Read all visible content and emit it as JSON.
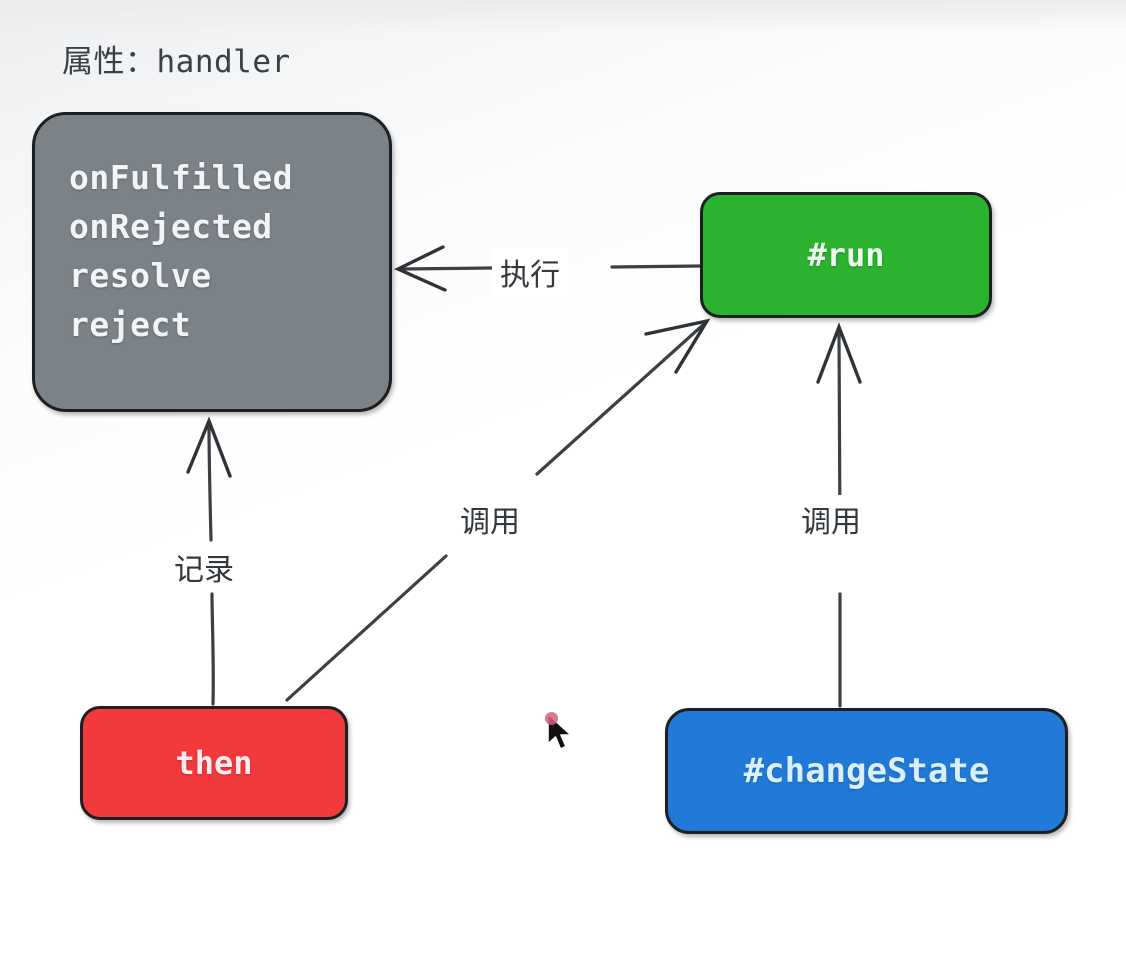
{
  "title": "属性：handler",
  "nodes": {
    "handler": {
      "id": "handler-node",
      "lines": [
        "onFulfilled",
        "onRejected",
        "resolve",
        "reject"
      ],
      "text": "onFulfilled\nonRejected\nresolve\nreject",
      "color": "#7b8288"
    },
    "run": {
      "label": "#run",
      "color": "#2bb32f"
    },
    "then": {
      "label": "then",
      "color": "#f2393c"
    },
    "change_state": {
      "label": "#changeState",
      "color": "#2179d8"
    }
  },
  "edges": [
    {
      "label": "执行",
      "from": "#run",
      "to": "handler"
    },
    {
      "label": "调用",
      "from": "then",
      "to": "#run"
    },
    {
      "label": "调用",
      "from": "#changeState",
      "to": "#run"
    },
    {
      "label": "记录",
      "from": "then",
      "to": "handler"
    }
  ],
  "cursor": {
    "name": "mouse-pointer"
  }
}
